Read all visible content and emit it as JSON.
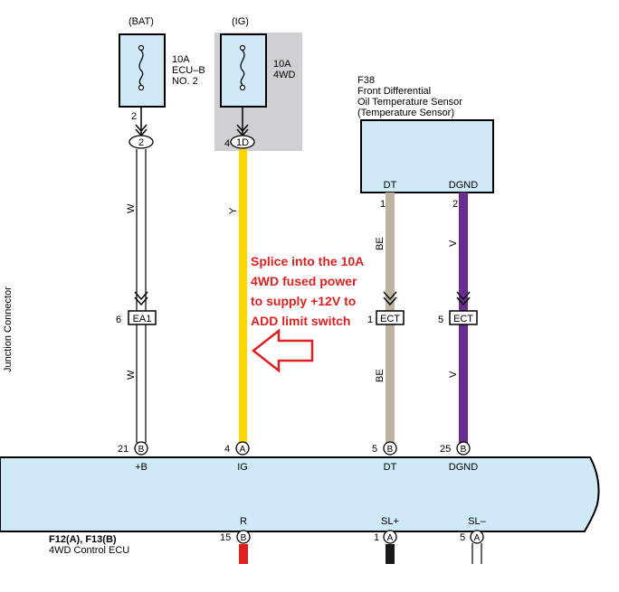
{
  "fuses": {
    "bat": {
      "source": "(BAT)",
      "line1": "10A",
      "line2": "ECU–B",
      "line3": "NO. 2",
      "pin": "2",
      "conn": "2"
    },
    "ig": {
      "source": "(IG)",
      "line1": "10A",
      "line2": "4WD",
      "pin": "4",
      "conn": "1D"
    }
  },
  "sensor": {
    "code": "F38",
    "name1": "Front Differential",
    "name2": "Oil Temperature Sensor",
    "name3": "(Temperature Sensor)",
    "pin_dt": "DT",
    "pin_dgnd": "DGND",
    "pin_dt_num": "1",
    "pin_dgnd_num": "2"
  },
  "wires": {
    "w_color": "W",
    "y_color": "Y",
    "be_color": "BE",
    "v_color": "V",
    "colors": {
      "white": "#ffffff",
      "yellow": "#ffd700",
      "beige": "#bfb3a0",
      "violet": "#6a2c8e",
      "red": "#e02020",
      "black": "#1a1a1a"
    }
  },
  "junction": {
    "label": "Junction Connector",
    "eat_pin": "6",
    "eat": "EA1",
    "ect1_pin": "1",
    "ect1": "ECT",
    "ect2_pin": "5",
    "ect2": "ECT"
  },
  "ecu": {
    "name1": "F12(A), F13(B)",
    "name2": "4WD Control ECU",
    "fill": "#cfe9f7",
    "top_pins": [
      {
        "num": "21",
        "conn": "B",
        "label": "+B"
      },
      {
        "num": "4",
        "conn": "A",
        "label": "IG"
      },
      {
        "num": "5",
        "conn": "B",
        "label": "DT"
      },
      {
        "num": "25",
        "conn": "B",
        "label": "DGND"
      }
    ],
    "bottom_pins": [
      {
        "num": "15",
        "conn": "B",
        "label": "R"
      },
      {
        "num": "1",
        "conn": "A",
        "label": "SL+"
      },
      {
        "num": "5",
        "conn": "A",
        "label": "SL–"
      }
    ]
  },
  "annotation": {
    "line1": "Splice into the 10A",
    "line2": "4WD fused power",
    "line3": "to supply +12V to",
    "line4": "ADD limit switch"
  }
}
